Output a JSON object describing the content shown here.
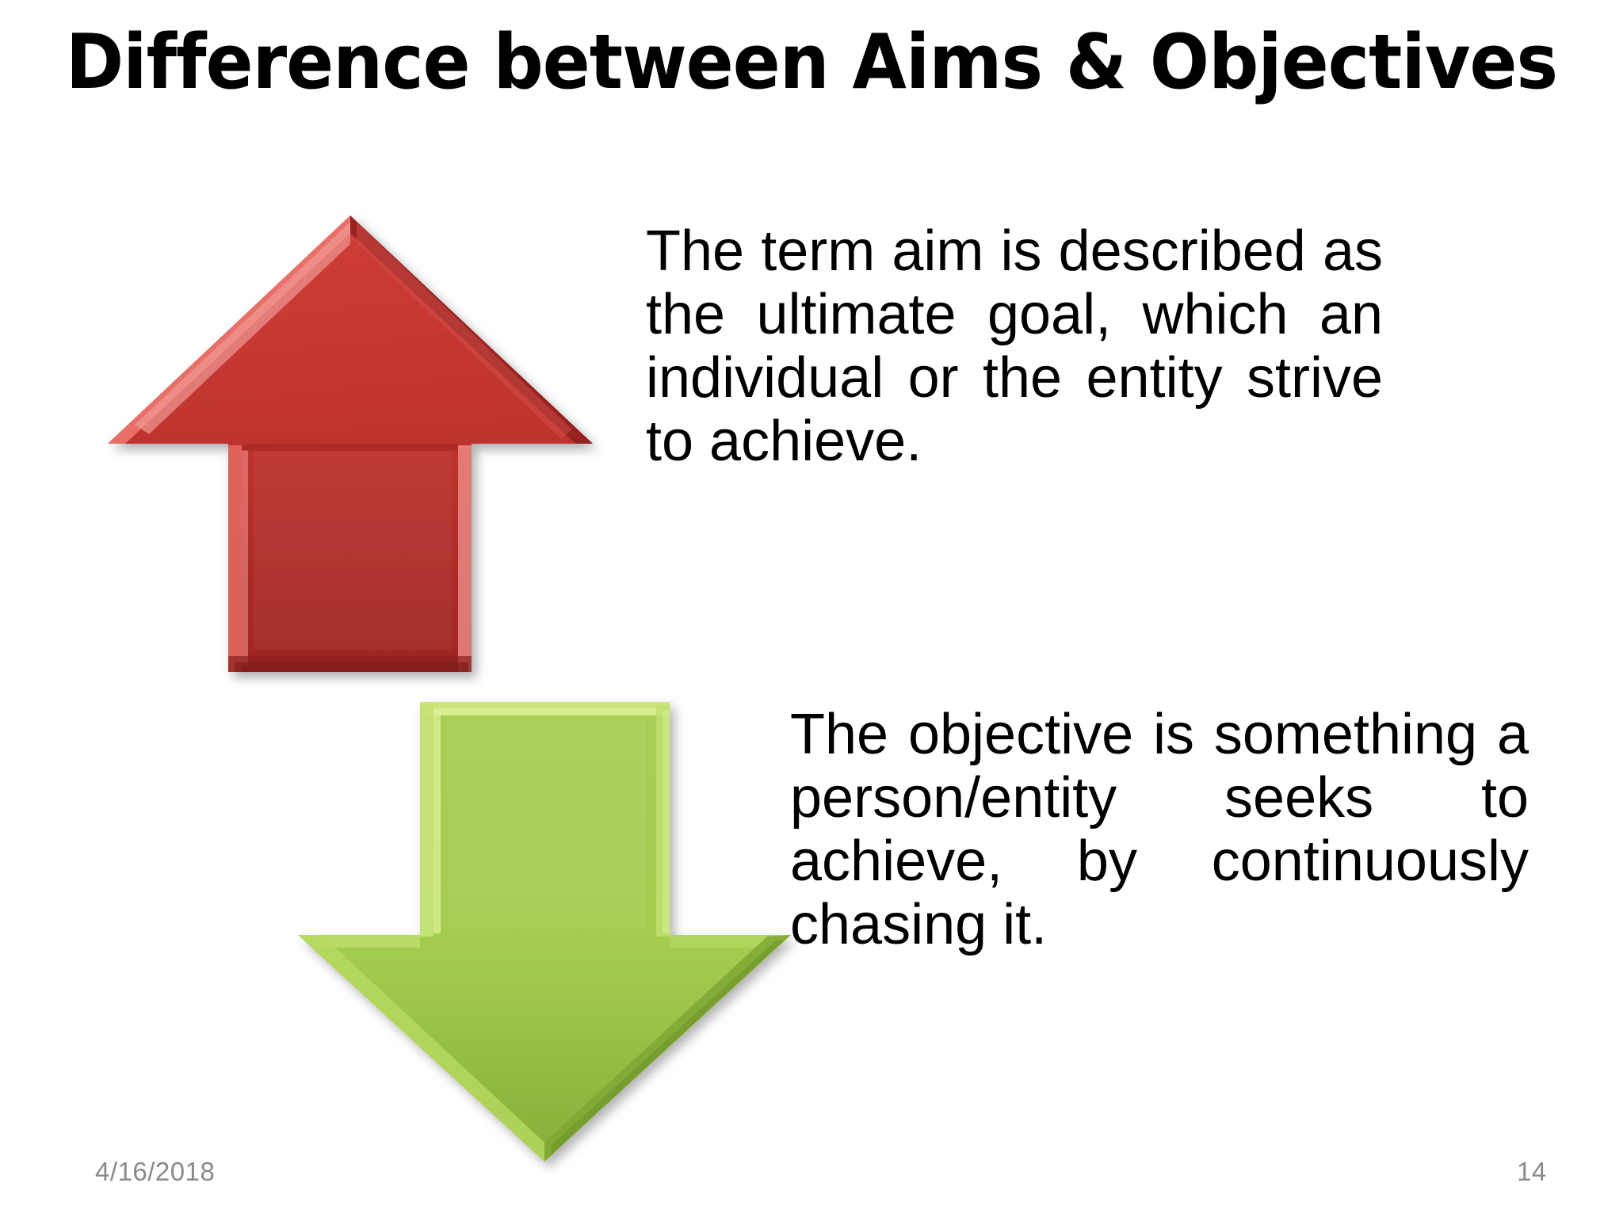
{
  "slide": {
    "title": "Difference between Aims & Objectives",
    "background_color": "#ffffff",
    "title_color": "#000000"
  },
  "content": {
    "aim": {
      "text": "The term aim is described as the ultimate goal, which an individual or the entity strive to achieve.",
      "icon": "up-arrow-icon",
      "icon_color": "#C1342F",
      "icon_color_light": "#D94E46",
      "icon_color_dark": "#9B2623"
    },
    "objective": {
      "text": "The objective is something a person/entity seeks to achieve, by continuously chasing it.",
      "icon": "down-arrow-icon",
      "icon_color": "#A3CC4F",
      "icon_color_light": "#C3E26C",
      "icon_color_dark": "#7FA834"
    }
  },
  "footer": {
    "date": "4/16/2018",
    "page_number": "14",
    "text_color": "#8a8a8a"
  }
}
